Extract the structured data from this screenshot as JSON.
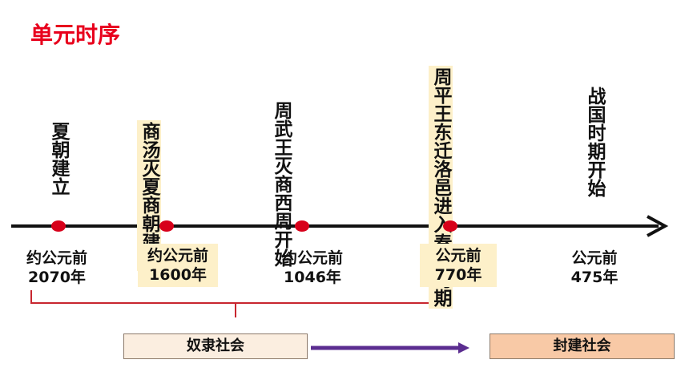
{
  "title": "单元时序",
  "events": [
    {
      "lines": [
        "夏朝建立"
      ],
      "date": [
        "约公元前",
        "2070年"
      ]
    },
    {
      "lines": [
        "商汤灭夏",
        "商朝建立"
      ],
      "date": [
        "约公元前",
        "1600年"
      ]
    },
    {
      "lines": [
        "周武王灭商",
        "西周开始"
      ],
      "date": [
        "约公元前",
        "1046年"
      ]
    },
    {
      "lines": [
        "周平王东迁洛邑",
        "进入春秋时期"
      ],
      "date": [
        "公元前",
        "770年"
      ]
    },
    {
      "lines": [
        "战国时期开始"
      ],
      "date": [
        "公元前",
        "475年"
      ]
    }
  ],
  "periods": {
    "slave": "奴隶社会",
    "feudal": "封建社会"
  },
  "colors": {
    "title": "#e8001c",
    "dot": "#d7001a",
    "highlight": "#fdf0c9",
    "slave_box": "#fbeee0",
    "feudal_box": "#f8c9a6",
    "arrow": "#5b2d90",
    "bracket": "#c8262f"
  }
}
